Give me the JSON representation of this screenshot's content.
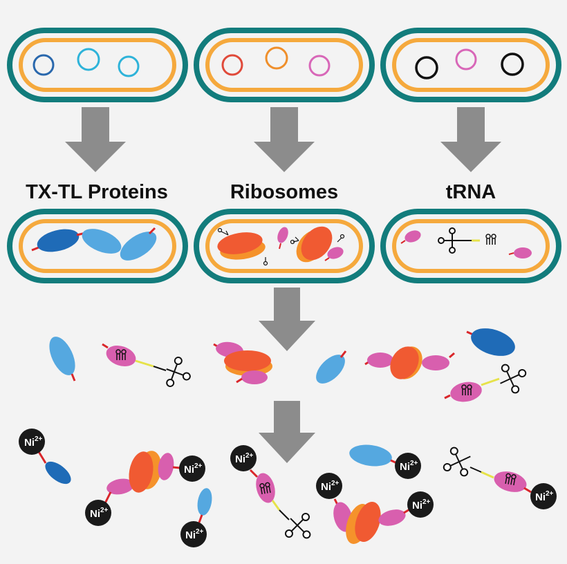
{
  "labels": {
    "txtl_proteins": "TX-TL Proteins",
    "ribosomes": "Ribosomes",
    "trna": "tRNA"
  },
  "ion": {
    "symbol": "Ni",
    "charge": "2+"
  },
  "colors": {
    "background": "#f3f3f3",
    "cell_wall": "#127c7c",
    "cell_membrane": "#f5a93d",
    "arrow": "#8c8c8c",
    "protein_dark_blue": "#1f6bb7",
    "protein_light_blue": "#55a8e0",
    "ribosome_large": "#f05a32",
    "ribosome_small": "#f5922b",
    "pink": "#d85fae",
    "tag": "#d9262a",
    "linker": "#e6e24a",
    "ion_bead": "#1a1a1a",
    "plasmid_blue_dark": "#2a68ad",
    "plasmid_blue": "#2eb3d9",
    "plasmid_red": "#e04a3a",
    "plasmid_orange": "#ef8f2b",
    "plasmid_pink": "#d867b8",
    "plasmid_black": "#111111"
  }
}
